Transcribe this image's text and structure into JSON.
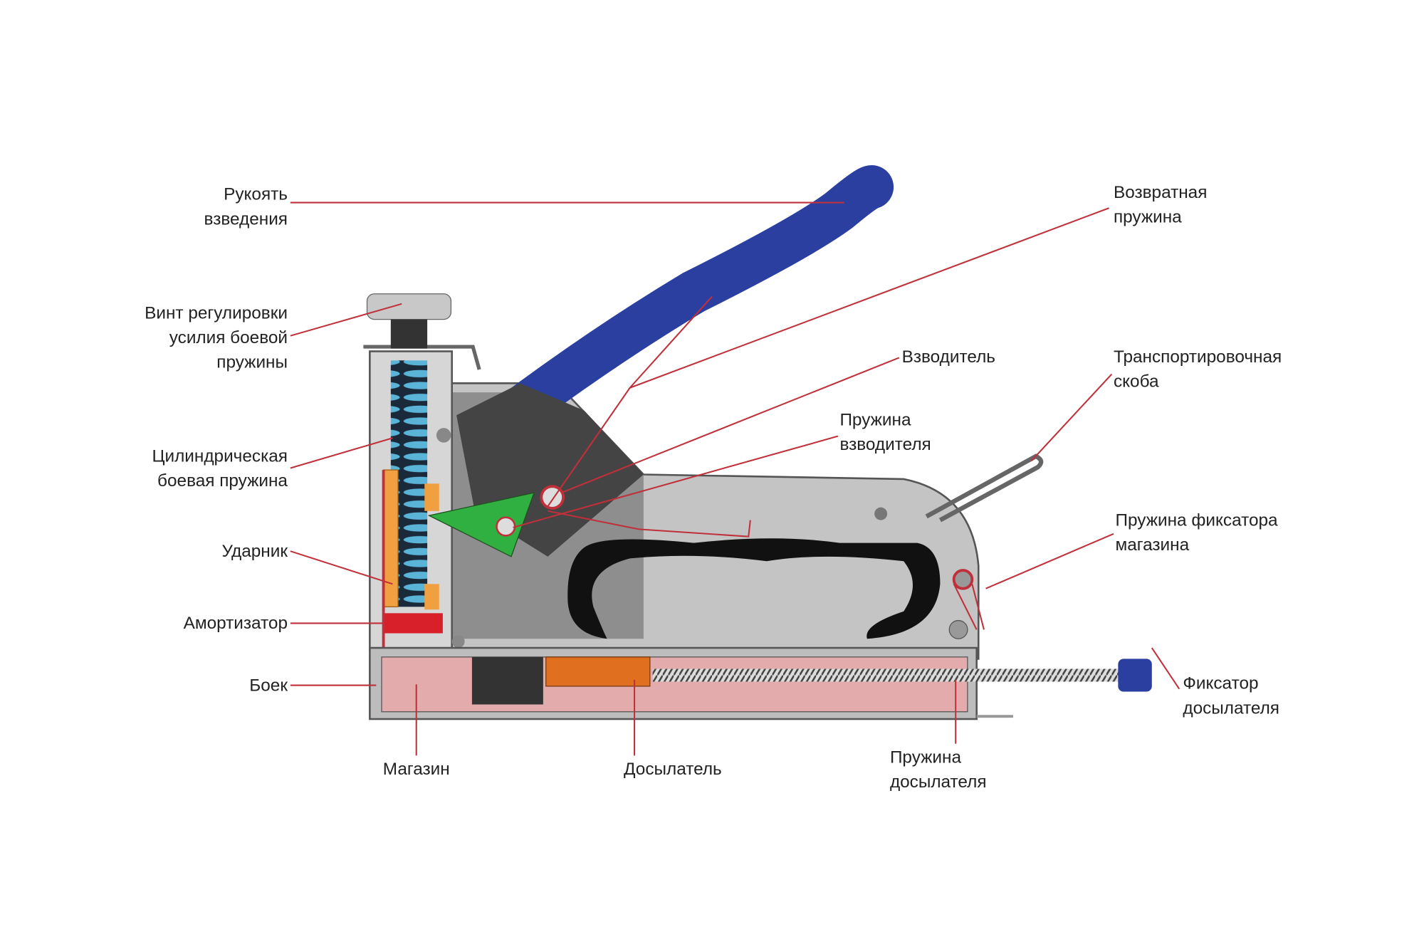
{
  "labels": {
    "cocking_handle": [
      "Рукоять",
      "взведения"
    ],
    "adjust_screw": [
      "Винт регулировки",
      "усилия боевой",
      "пружины"
    ],
    "main_spring": [
      "Цилиндрическая",
      "боевая пружина"
    ],
    "striker": [
      "Ударник"
    ],
    "damper": [
      "Амортизатор"
    ],
    "firing_pin": [
      "Боек"
    ],
    "magazine": [
      "Магазин"
    ],
    "pusher": [
      "Досылатель"
    ],
    "pusher_spring": [
      "Пружина",
      "досылателя"
    ],
    "return_spring": [
      "Возвратная",
      "пружина"
    ],
    "cocker": [
      "Взводитель"
    ],
    "cocker_spring": [
      "Пружина",
      "взводителя"
    ],
    "transport_clip": [
      "Транспортировочная",
      "скоба"
    ],
    "magazine_lock_spring": [
      "Пружина фиксатора",
      "магазина"
    ],
    "pusher_lock": [
      "Фиксатор",
      "досылателя"
    ]
  },
  "colors": {
    "leader_line": "#c0303a",
    "handle": "#2a3fa0",
    "body": "#c4c4c4",
    "magazine": "#e3abab",
    "pusher": "#e07020",
    "spring": "#5ab4d8",
    "striker": "#f0a040",
    "damper": "#d8202a",
    "trigger": "#30b040"
  }
}
